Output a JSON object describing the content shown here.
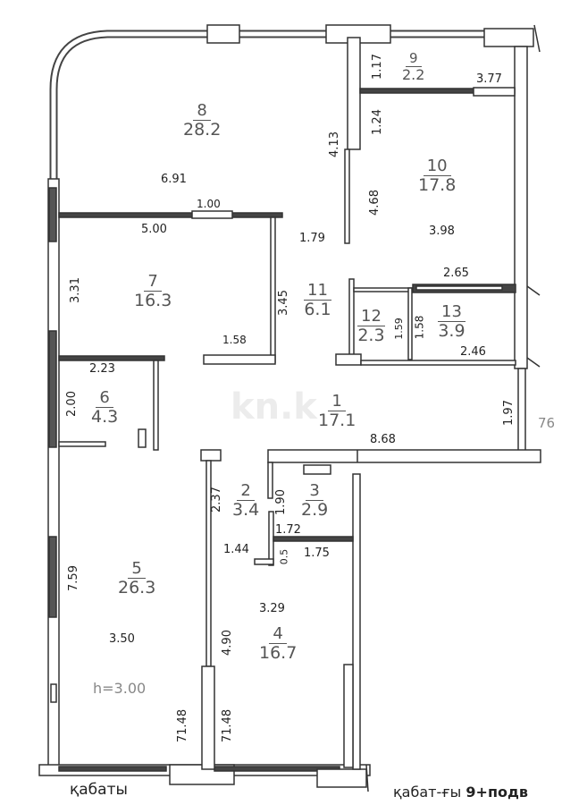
{
  "rooms": [
    {
      "id": "1",
      "area": "17.1"
    },
    {
      "id": "2",
      "area": "3.4"
    },
    {
      "id": "3",
      "area": "2.9"
    },
    {
      "id": "4",
      "area": "16.7"
    },
    {
      "id": "5",
      "area": "26.3"
    },
    {
      "id": "6",
      "area": "4.3"
    },
    {
      "id": "7",
      "area": "16.3"
    },
    {
      "id": "8",
      "area": "28.2"
    },
    {
      "id": "9",
      "area": "2.2"
    },
    {
      "id": "10",
      "area": "17.8"
    },
    {
      "id": "11",
      "area": "6.1"
    },
    {
      "id": "12",
      "area": "2.3"
    },
    {
      "id": "13",
      "area": "3.9"
    }
  ],
  "dimensions": {
    "d_6_91": "6.91",
    "d_1_00": "1.00",
    "d_5_00": "5.00",
    "d_3_31": "3.31",
    "d_3_45": "3.45",
    "d_1_58a": "1.58",
    "d_2_23": "2.23",
    "d_2_00": "2.00",
    "d_4_13": "4.13",
    "d_1_17": "1.17",
    "d_1_24": "1.24",
    "d_3_77": "3.77",
    "d_4_68": "4.68",
    "d_1_79": "1.79",
    "d_3_98": "3.98",
    "d_2_65": "2.65",
    "d_1_59": "1.59",
    "d_1_58b": "1.58",
    "d_2_46": "2.46",
    "d_1_97": "1.97",
    "d_76": "76",
    "d_8_68": "8.68",
    "d_2_37": "2.37",
    "d_1_90": "1.90",
    "d_1_72": "1.72",
    "d_1_44": "1.44",
    "d_0_5": "0.5",
    "d_1_75": "1.75",
    "d_7_59": "7.59",
    "d_3_29": "3.29",
    "d_4_90": "4.90",
    "d_3_50": "3.50",
    "d_71_48a": "71.48",
    "d_71_48b": "71.48"
  },
  "ceiling_height": "h=3.00",
  "watermark": "kn.k",
  "captions": {
    "left": "қабаты",
    "right_prefix": "қабат-ғы",
    "right_value": "9+подв"
  }
}
